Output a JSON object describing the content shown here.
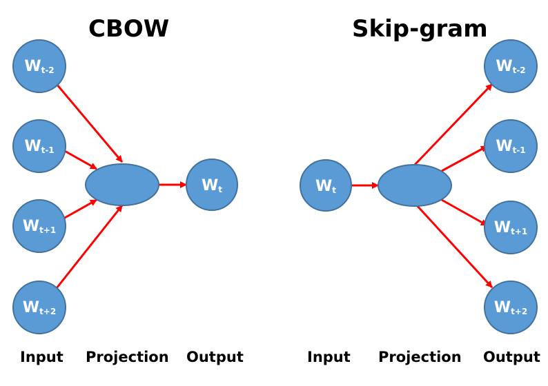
{
  "cbow": {
    "title": "CBOW",
    "inputs": [
      {
        "base": "W",
        "sub": "t-2"
      },
      {
        "base": "W",
        "sub": "t-1"
      },
      {
        "base": "W",
        "sub": "t+1"
      },
      {
        "base": "W",
        "sub": "t+2"
      }
    ],
    "output": {
      "base": "W",
      "sub": "t"
    },
    "labels": {
      "input": "Input",
      "projection": "Projection",
      "output": "Output"
    }
  },
  "skipgram": {
    "title": "Skip-gram",
    "input": {
      "base": "W",
      "sub": "t"
    },
    "outputs": [
      {
        "base": "W",
        "sub": "t-2"
      },
      {
        "base": "W",
        "sub": "t-1"
      },
      {
        "base": "W",
        "sub": "t+1"
      },
      {
        "base": "W",
        "sub": "t+2"
      }
    ],
    "labels": {
      "input": "Input",
      "projection": "Projection",
      "output": "Output"
    }
  },
  "colors": {
    "node_fill": "#5b9bd5",
    "node_stroke": "#41719c",
    "arrow": "#ff0000",
    "text_on_node": "#ffffff"
  }
}
